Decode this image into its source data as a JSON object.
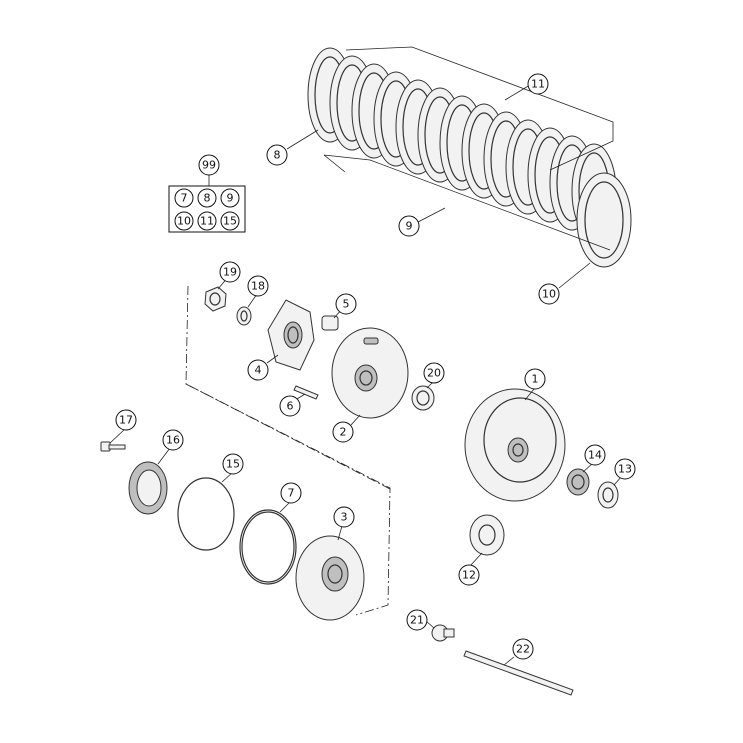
{
  "callouts": {
    "c1": "1",
    "c2": "2",
    "c3": "3",
    "c4": "4",
    "c5": "5",
    "c6": "6",
    "c7": "7",
    "c8": "8",
    "c9": "9",
    "c10": "10",
    "c11": "11",
    "c12": "12",
    "c13": "13",
    "c14": "14",
    "c15": "15",
    "c16": "16",
    "c17": "17",
    "c18": "18",
    "c19": "19",
    "c20": "20",
    "c21": "21",
    "c22": "22",
    "c99": "99"
  },
  "kit": {
    "title": "99",
    "items": [
      "7",
      "8",
      "9",
      "10",
      "11",
      "15"
    ]
  }
}
